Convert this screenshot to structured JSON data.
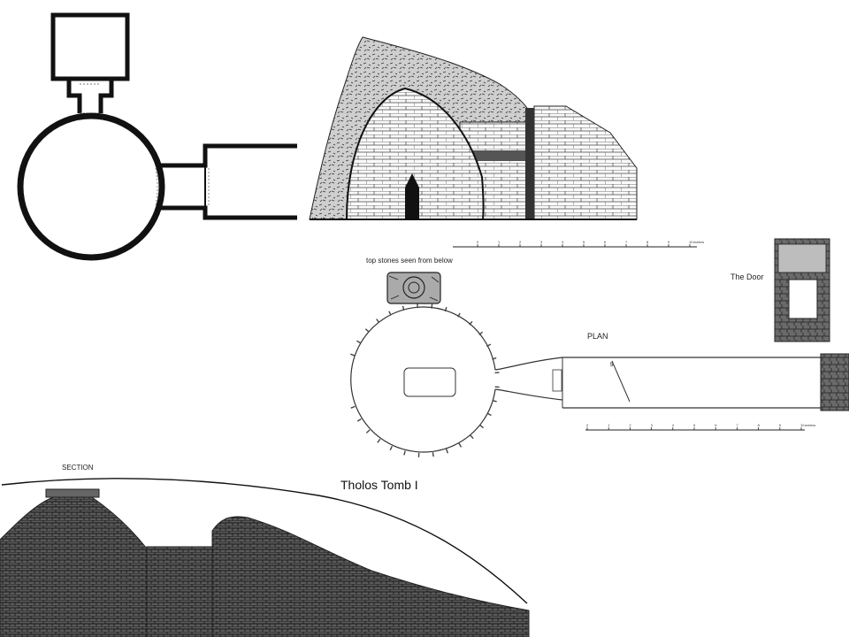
{
  "labels": {
    "top_stones": "top stones seen from below",
    "the_door": "The Door",
    "plan": "PLAN",
    "section": "SECTION",
    "title": "Tholos Tomb I"
  },
  "scale_ticks_upper": [
    "0",
    "1",
    "2",
    "3",
    "4",
    "5",
    "6",
    "7",
    "8",
    "9",
    "10"
  ],
  "scale_unit_upper": "meters",
  "scale_ticks_lower": [
    "0",
    "1",
    "2",
    "3",
    "4",
    "5",
    "6",
    "7",
    "8",
    "9",
    "10"
  ],
  "scale_unit_lower": "meters",
  "hatch_marker": "5"
}
